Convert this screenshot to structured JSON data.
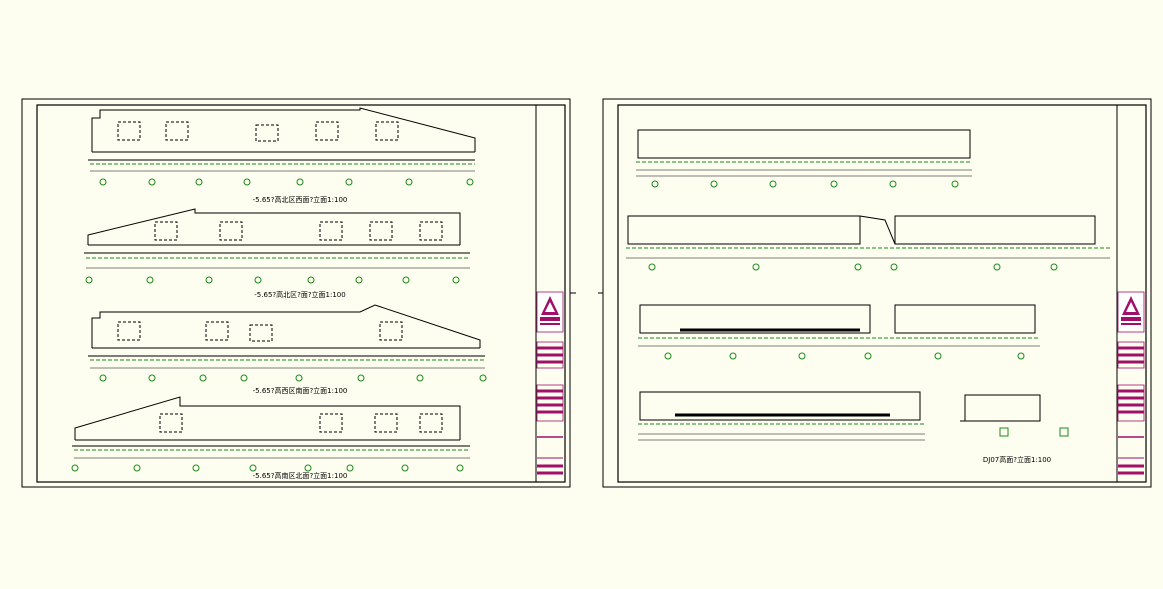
{
  "sheets": [
    {
      "captions": [
        "-5.65?高北区西面?立面1:100",
        "-5.65?高北区?面?立面1:100",
        "-5.65?高西区南面?立面1:100",
        "-5.65?高南区北面?立面1:100"
      ]
    },
    {
      "captions": [
        "DJ07高面?立面1:100"
      ]
    }
  ],
  "colors": {
    "background": "#fdfdf0",
    "line": "#000000",
    "dimension": "#1a8a1a",
    "title_block": "#a0106a"
  },
  "icons": [
    "company-logo-icon"
  ]
}
